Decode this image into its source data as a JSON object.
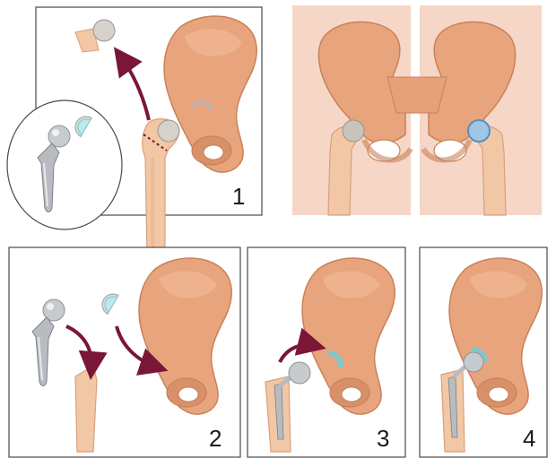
{
  "panels": [
    {
      "id": "panel-1",
      "step_label": "1"
    },
    {
      "id": "panel-2",
      "step_label": "2"
    },
    {
      "id": "panel-3",
      "step_label": "3"
    },
    {
      "id": "panel-4",
      "step_label": "4"
    }
  ],
  "colors": {
    "bone_fill": "#e8a47c",
    "bone_shadow": "#c9815a",
    "femur_fill": "#f2c7a5",
    "skin": "#f6d6c6",
    "implant_metal": "#b8bcc0",
    "cup_liner": "#bfe8ea",
    "arrow": "#7a1737",
    "frame": "#4a4a4a"
  },
  "icons": [
    "pelvis-icon",
    "femur-icon",
    "hip-implant-stem-icon",
    "acetabular-cup-icon",
    "curved-arrow-icon"
  ]
}
